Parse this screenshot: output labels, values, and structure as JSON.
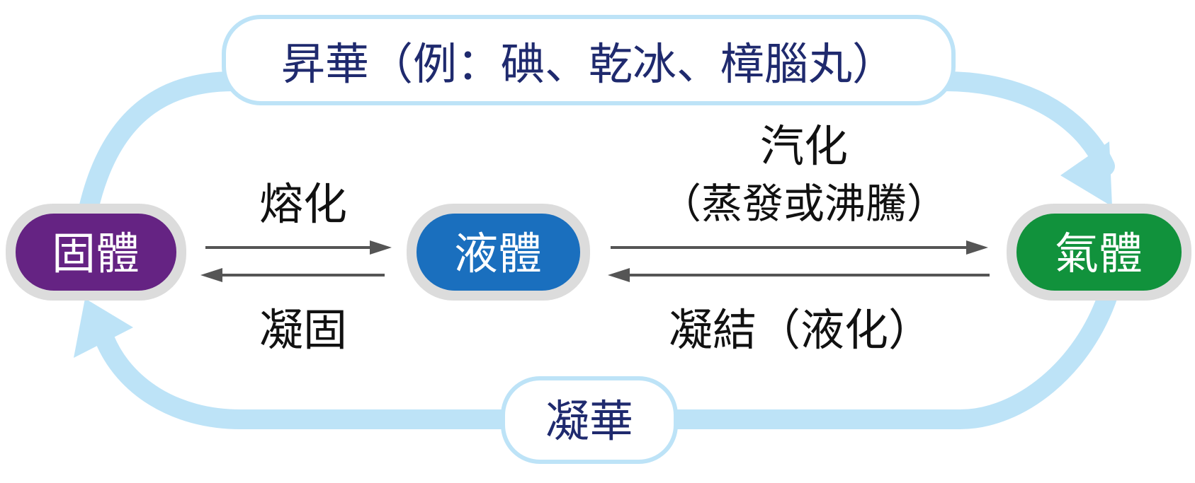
{
  "states": {
    "solid": "固體",
    "liquid": "液體",
    "gas": "氣體"
  },
  "processes": {
    "sublimation": "昇華（例：碘、乾冰、樟腦丸）",
    "deposition": "凝華",
    "melting": "熔化",
    "freezing": "凝固",
    "vaporization": "汽化",
    "vaporization_note": "（蒸發或沸騰）",
    "condensation": "凝結（液化）"
  },
  "colors": {
    "solid": "#652383",
    "liquid": "#1a6fbe",
    "gas": "#11923c",
    "loop": "#bde3f7",
    "label_text": "#1f2a6e",
    "arrow": "#555555",
    "pill_border": "#dcdcdc"
  }
}
